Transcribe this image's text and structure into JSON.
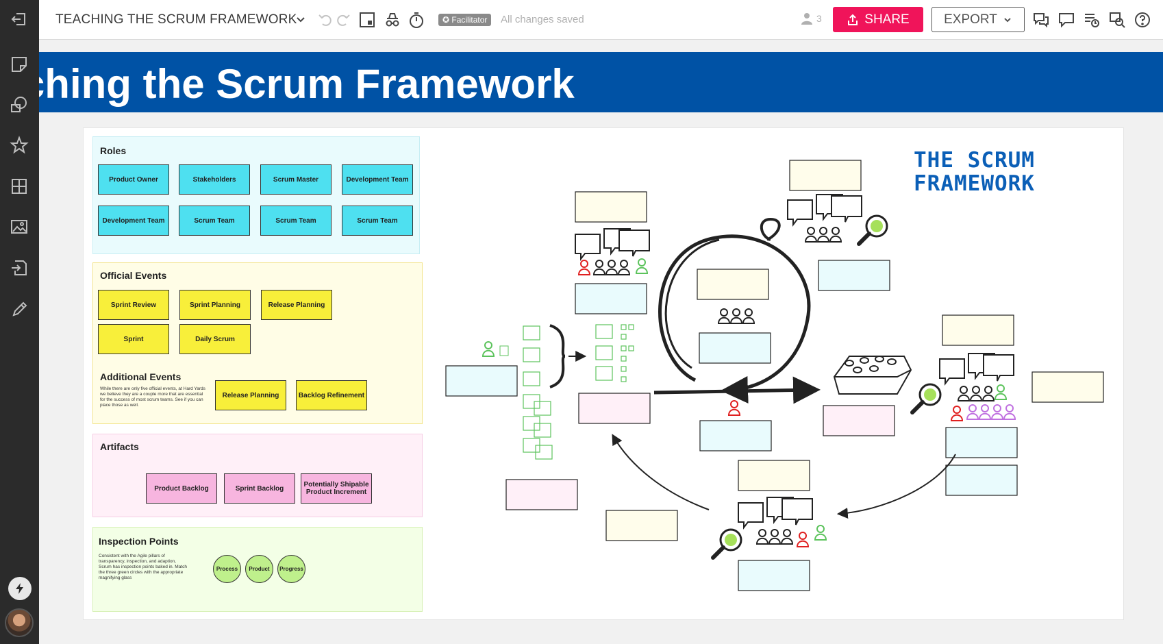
{
  "app": {
    "board_title": "TEACHING THE SCRUM FRAMEWORK",
    "facilitator_badge": "Facilitator",
    "save_status": "All changes saved",
    "user_count": "3",
    "share_label": "SHARE",
    "export_label": "EXPORT"
  },
  "banner": {
    "title": "Teaching the Scrum Framework"
  },
  "framework_title": [
    "THE SCRUM",
    "FRAMEWORK"
  ],
  "roles": {
    "title": "Roles",
    "items": [
      "Product Owner",
      "Stakeholders",
      "Scrum Master",
      "Development Team",
      "Development Team",
      "Scrum Team",
      "Scrum Team",
      "Scrum Team"
    ]
  },
  "events": {
    "title": "Official Events",
    "items": [
      "Sprint Review",
      "Sprint Planning",
      "Release Planning",
      "Sprint",
      "Daily Scrum"
    ]
  },
  "additional_events": {
    "title": "Additional Events",
    "note": "While there are only five official events, at Hard Yards we believe they are a couple more that are essential for the success of most scrum teams. See if you can place those as well.",
    "items": [
      "Release Planning",
      "Backlog Refinement"
    ]
  },
  "artifacts": {
    "title": "Artifacts",
    "items": [
      "Product Backlog",
      "Sprint Backlog",
      "Potentially Shipable Product Increment"
    ]
  },
  "inspection": {
    "title": "Inspection Points",
    "note": "Consistent with the Agile pillars of transparency, inspection, and adaption, Scrum has inspection points baked in. Match the three green circles with the appropriate magnifying glass",
    "items": [
      "Process",
      "Product",
      "Progress"
    ]
  },
  "colors": {
    "brand_blue": "#0052a5",
    "share_pink": "#f0145a",
    "role_cyan": "#4ee0f0",
    "event_yellow": "#f8ef3a",
    "artifact_pink": "#f7b5df",
    "inspect_green": "#bff08c"
  }
}
